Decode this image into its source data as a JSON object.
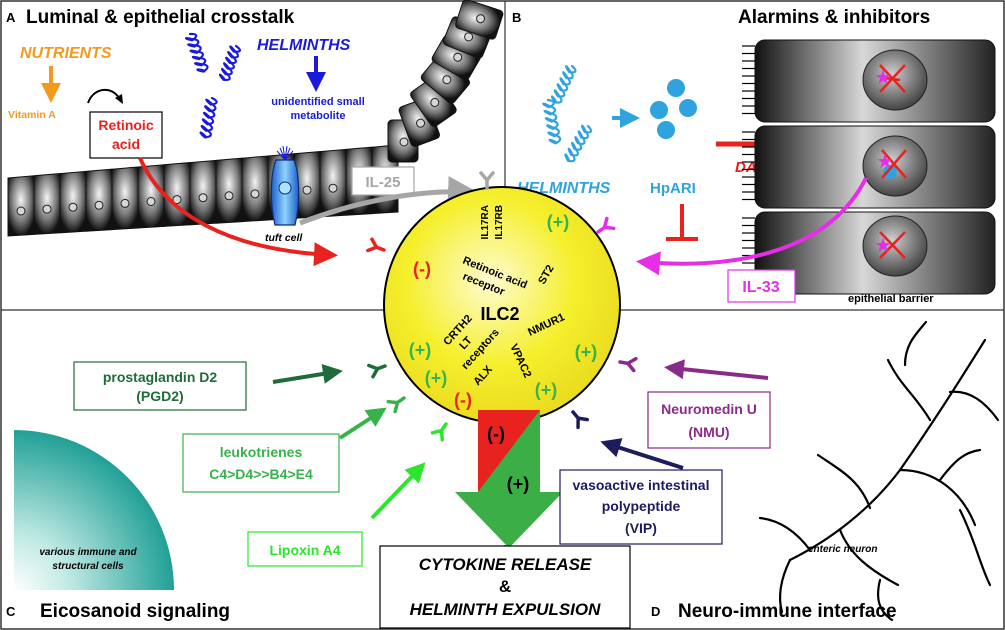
{
  "panels": {
    "a": {
      "letter": "A",
      "title": "Luminal & epithelial crosstalk"
    },
    "b": {
      "letter": "B",
      "title": "Alarmins & inhibitors"
    },
    "c": {
      "letter": "C",
      "title": "Eicosanoid signaling"
    },
    "d": {
      "letter": "D",
      "title": "Neuro-immune interface"
    }
  },
  "a_labels": {
    "nutrients": "NUTRIENTS",
    "vitamin_a": "Vitamin A",
    "helminths": "HELMINTHS",
    "metabolite_line1": "unidentified small",
    "metabolite_line2": "metabolite",
    "ra_line1": "Retinoic",
    "ra_line2": "acid",
    "tuft_cell": "tuft cell",
    "il25": "IL-25"
  },
  "b_labels": {
    "helminths": "HELMINTHS",
    "hpari": "HpARI",
    "damage": "DAMAGE",
    "il33": "IL-33",
    "barrier": "epithelial barrier"
  },
  "ilc2": {
    "name": "ILC2",
    "ra_receptor_line1": "Retinoic acid",
    "ra_receptor_line2": "receptor",
    "il17ra": "IL17RA",
    "il17rb": "IL17RB",
    "st2": "ST2",
    "nmur1": "NMUR1",
    "vpac2": "VPAC2",
    "crth2": "CRTH2",
    "lt": "LT",
    "receptors": "receptors",
    "alx": "ALX",
    "minus": "(-)",
    "plus": "(+)"
  },
  "c_labels": {
    "pgd2_line1": "prostaglandin D2",
    "pgd2_line2": "(PGD2)",
    "lt_line1": "leukotrienes",
    "lt_line2": "C4>D4>>B4>E4",
    "lipoxin": "Lipoxin A4",
    "cells_line1": "various immune and",
    "cells_line2": "structural cells"
  },
  "d_labels": {
    "nmu_line1": "Neuromedin U",
    "nmu_line2": "(NMU)",
    "vip_line1": "vasoactive intestinal",
    "vip_line2": "polypeptide",
    "vip_line3": "(VIP)",
    "neuron": "enteric neuron"
  },
  "output": {
    "minus": "(-)",
    "plus": "(+)",
    "line1": "CYTOKINE RELEASE",
    "line2": "&",
    "line3": "HELMINTH EXPULSION"
  },
  "colors": {
    "orange": "#f39a1e",
    "blue": "#1a1adc",
    "light_blue": "#2ea3dd",
    "red": "#e8231f",
    "magenta": "#e62ee6",
    "dark_green": "#1f6b3a",
    "green": "#38b24a",
    "lime": "#2be62b",
    "purple": "#8a2a8a",
    "navy": "#1c1c5e",
    "gray": "#a6a6a6",
    "teal": "#21a096",
    "ilc2_fill": "#f5ef2c"
  }
}
